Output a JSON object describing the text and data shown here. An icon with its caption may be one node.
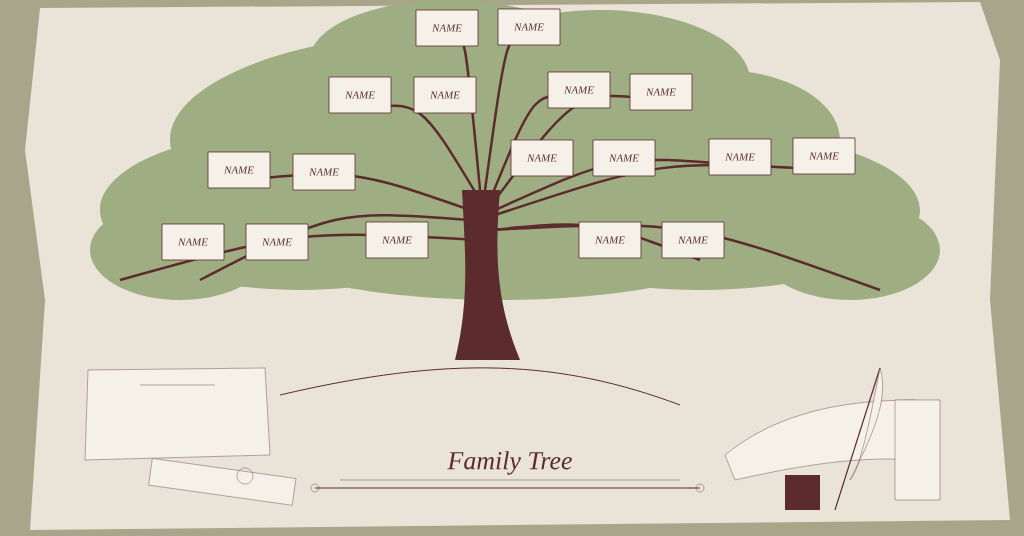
{
  "diagram": {
    "title": "Family Tree",
    "nodes": [
      {
        "text": [
          "NAME"
        ]
      },
      {
        "text": [
          "NAME"
        ]
      },
      {
        "text": [
          "NAME"
        ]
      },
      {
        "text": [
          "NAME"
        ]
      },
      {
        "text": [
          "NAME"
        ]
      },
      {
        "text": [
          "NAME"
        ]
      },
      {
        "text": [
          "NAME"
        ]
      },
      {
        "text": [
          "NAME"
        ]
      },
      {
        "text": [
          "NAME"
        ]
      },
      {
        "text": [
          "NAME"
        ]
      },
      {
        "text": [
          "NAME"
        ]
      },
      {
        "text": [
          "NAME"
        ]
      },
      {
        "text": [
          "NAME"
        ]
      },
      {
        "text": [
          "NAME"
        ]
      },
      {
        "text": [
          "NAME"
        ]
      },
      {
        "text": [
          "NAME"
        ]
      },
      {
        "text": [
          "NAME"
        ]
      }
    ]
  }
}
